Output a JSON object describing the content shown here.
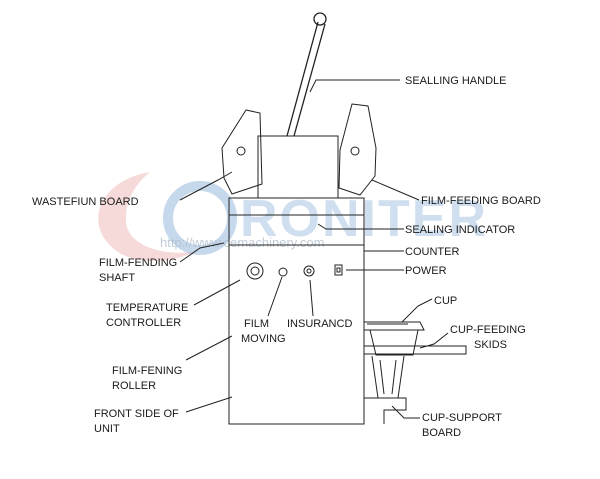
{
  "watermark": {
    "brand": "RONITER",
    "url": "http://www.cemachinery.com",
    "colors": {
      "brand": "#3f7fbf",
      "swoosh": "#e0908a"
    }
  },
  "labels": {
    "sealling_handle": "SEALLING HANDLE",
    "wastefiun_board": "WASTEFIUN BOARD",
    "film_feeding_board": "FILM-FEEDING BOARD",
    "sealing_indicator": "SEALING INDICATOR",
    "counter": "COUNTER",
    "film_fending_shaft_1": "FILM-FENDING",
    "film_fending_shaft_2": "SHAFT",
    "power": "POWER",
    "temperature_controller_1": "TEMPERATURE",
    "temperature_controller_2": "CONTROLLER",
    "film_moving_1": "FILM",
    "film_moving_2": "MOVING",
    "insurancd": "INSURANCD",
    "cup": "CUP",
    "cup_feeding_skids_1": "CUP-FEEDING",
    "cup_feeding_skids_2": "SKIDS",
    "film_fening_roller_1": "FILM-FENING",
    "film_fening_roller_2": "ROLLER",
    "front_side_1": "FRONT SIDE OF",
    "front_side_2": "UNIT",
    "cup_support_board_1": "CUP-SUPPORT",
    "cup_support_board_2": "BOARD"
  }
}
